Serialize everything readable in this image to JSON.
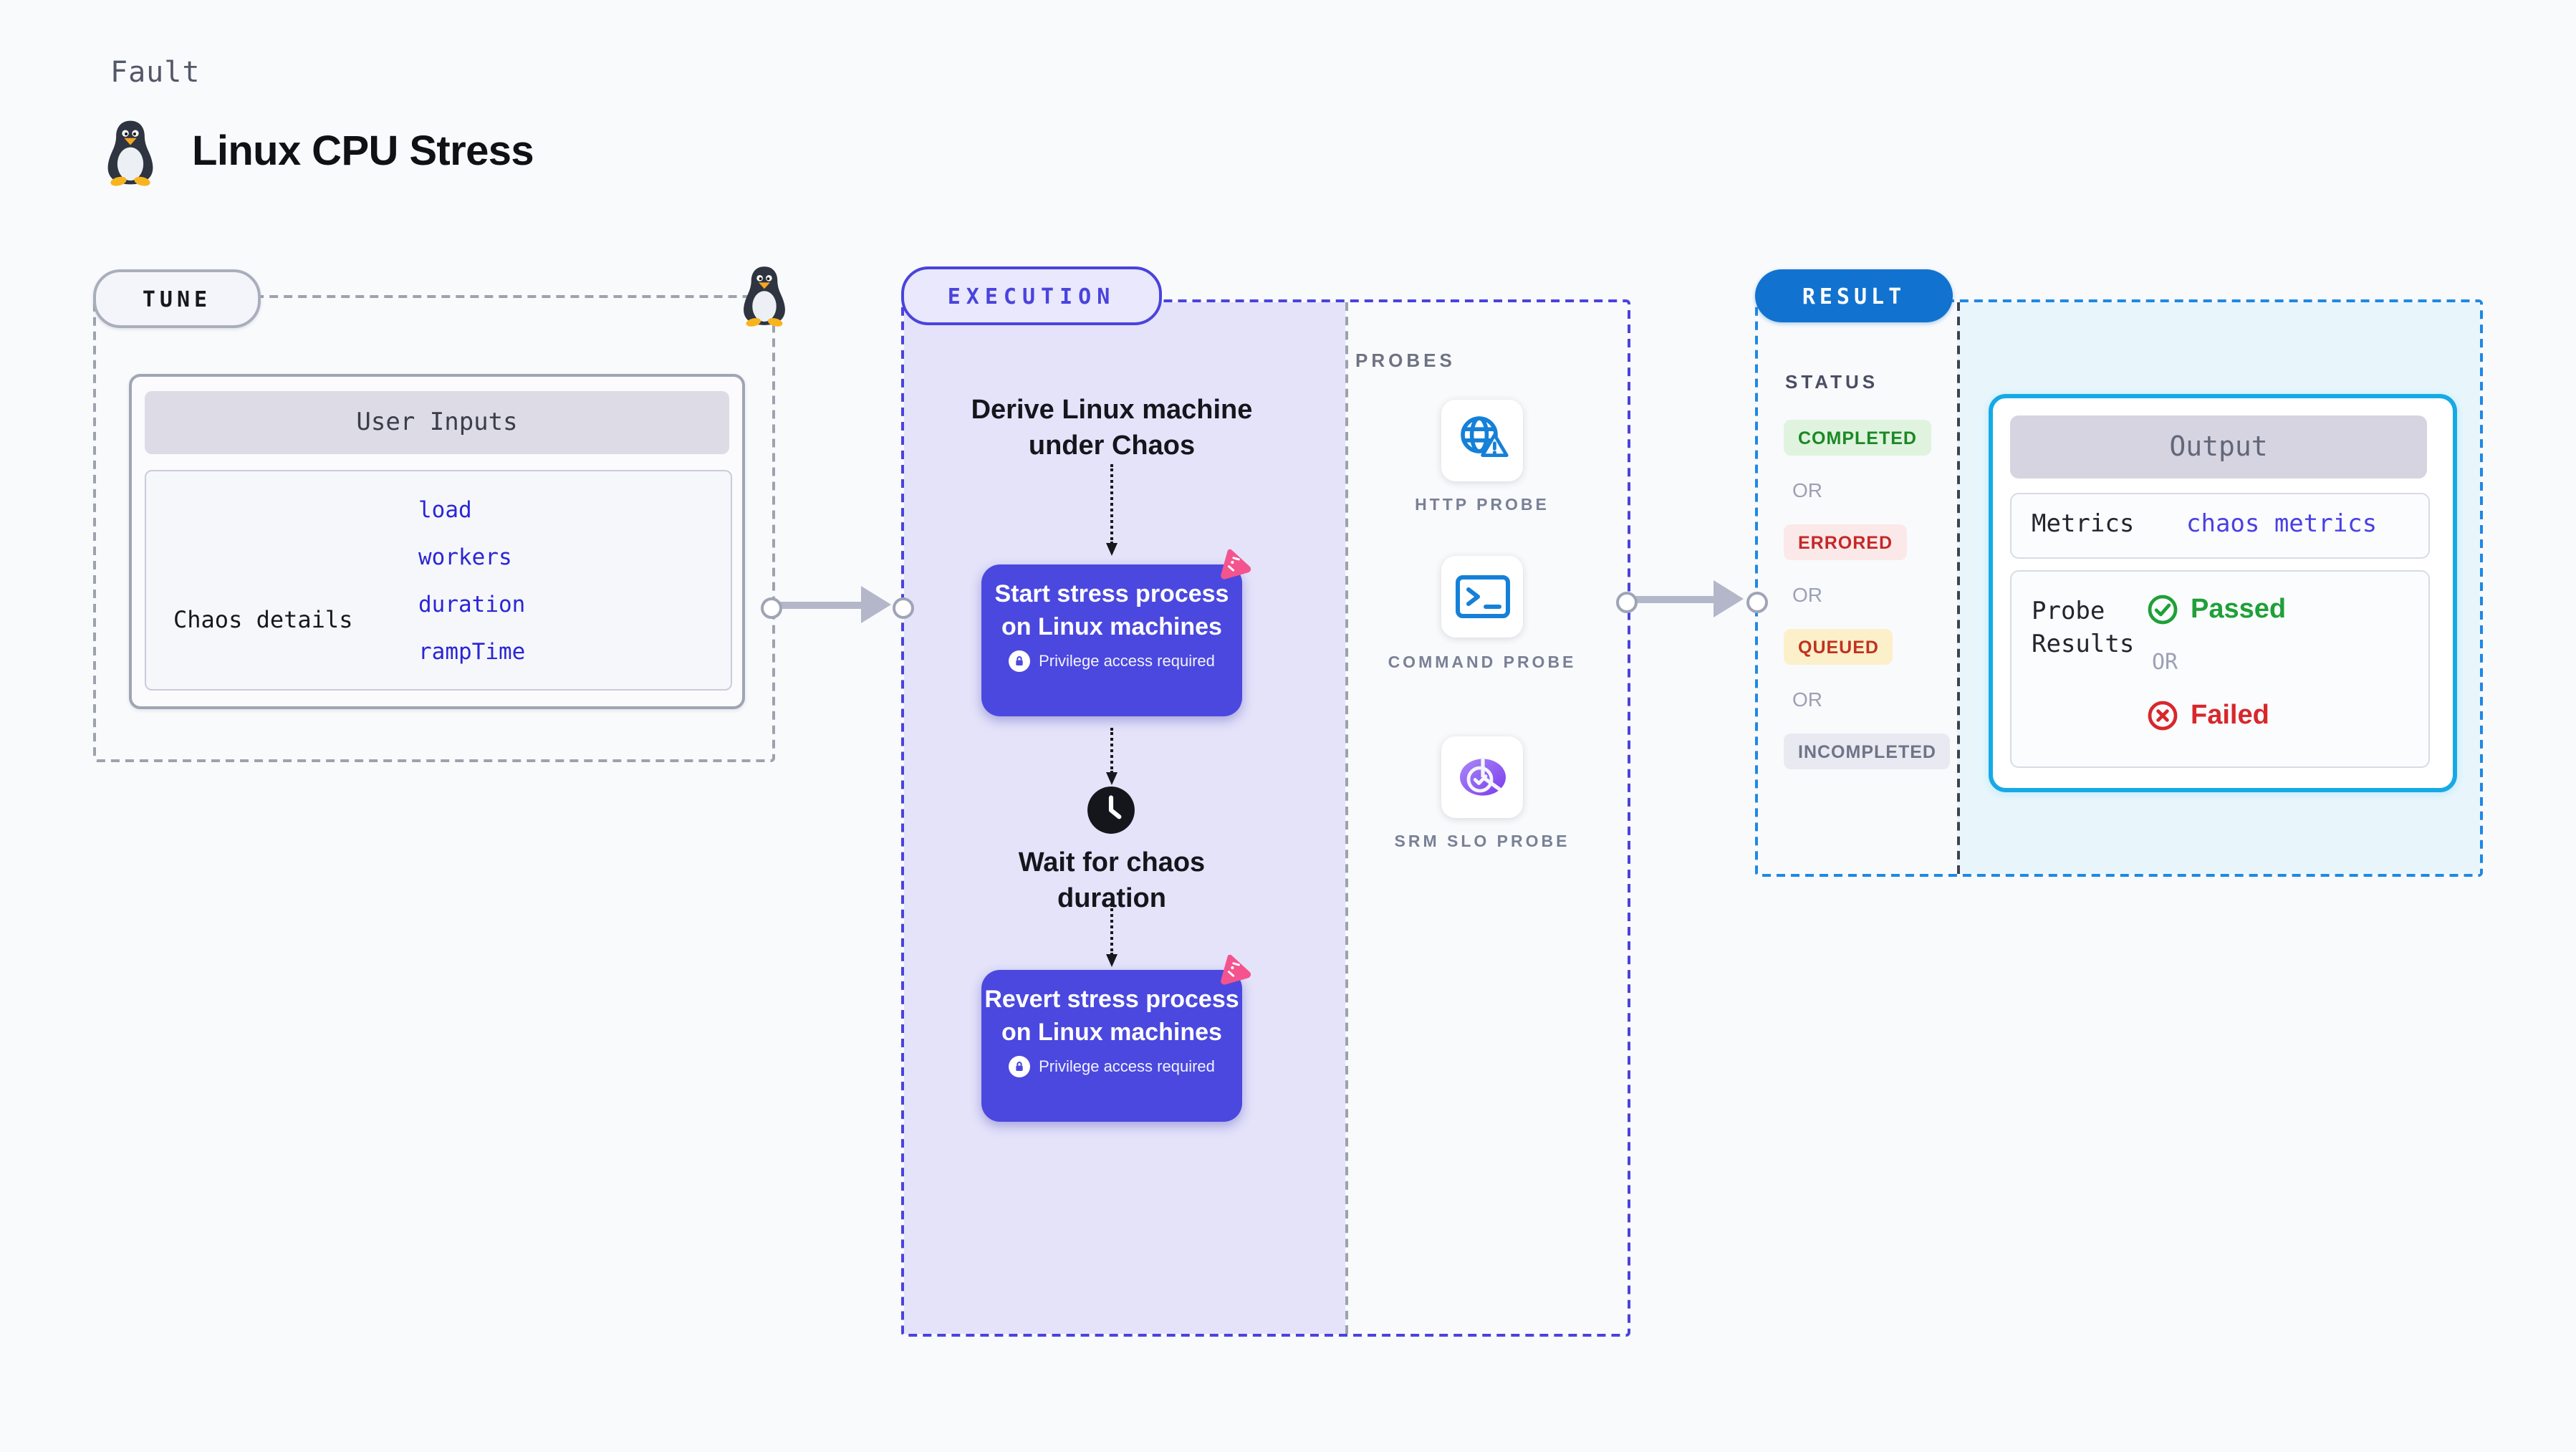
{
  "page": {
    "kicker": "Fault",
    "title": "Linux CPU Stress"
  },
  "tune": {
    "pill": "TUNE",
    "card_header": "User Inputs",
    "row_label": "Chaos details",
    "values": [
      "load",
      "workers",
      "duration",
      "rampTime"
    ]
  },
  "execution": {
    "pill": "EXECUTION",
    "derive_text": "Derive Linux machine under Chaos",
    "start_title": "Start stress process on Linux machines",
    "start_note": "Privilege access required",
    "wait_text": "Wait for chaos duration",
    "revert_title": "Revert stress process on Linux machines",
    "revert_note": "Privilege access required"
  },
  "probes": {
    "heading": "PROBES",
    "items": [
      {
        "label": "HTTP PROBE",
        "icon": "globe-alert-icon"
      },
      {
        "label": "COMMAND PROBE",
        "icon": "terminal-icon"
      },
      {
        "label": "SRM SLO PROBE",
        "icon": "slo-gauge-icon"
      }
    ]
  },
  "result": {
    "pill": "RESULT",
    "status_heading": "STATUS",
    "or": "OR",
    "statuses": [
      "COMPLETED",
      "ERRORED",
      "QUEUED",
      "INCOMPLETED"
    ],
    "output": {
      "header": "Output",
      "metrics_label": "Metrics",
      "metrics_value": "chaos metrics",
      "probe_label": "Probe Results",
      "passed": "Passed",
      "or": "OR",
      "failed": "Failed"
    }
  },
  "colors": {
    "accent_indigo": "#4A43DC",
    "execution_panel": "#E4E3FA",
    "result_dash_blue": "#1E88E5",
    "result_pill_blue": "#1272CF",
    "output_border_cyan": "#15AAE6",
    "value_link_blue": "#2B25D6",
    "success_green": "#1FA038",
    "fail_red": "#D8272C",
    "queued_bg": "#FBF0C9",
    "pink_badge": "#F4548E"
  }
}
